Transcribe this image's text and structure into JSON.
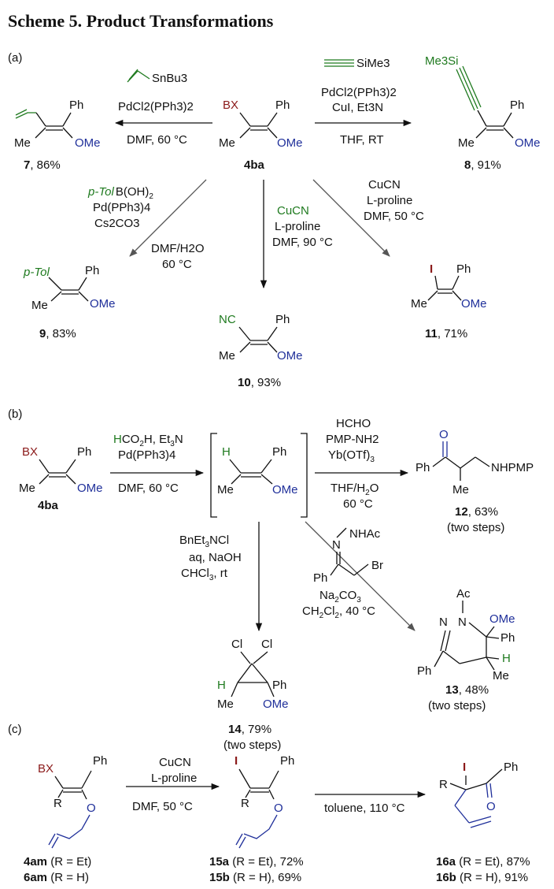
{
  "title": "Scheme 5. Product Transformations",
  "panels": {
    "a": "(a)",
    "b": "(b)",
    "c": "(c)"
  },
  "atoms": {
    "BX": "BX",
    "Ph": "Ph",
    "Me": "Me",
    "OMe": "OMe",
    "I": "I",
    "NC": "NC",
    "H": "H",
    "O": "O",
    "R": "R",
    "N": "N",
    "Cl": "Cl",
    "Ac": "Ac",
    "Br": "Br",
    "NHAc": "NHAc",
    "NHPMP": "NHPMP",
    "pTol": "p-Tol",
    "Me3Si": "Me3Si"
  },
  "conditions": {
    "a_stille_reagent": "SnBu3",
    "a_stille_cat": "PdCl2(PPh3)2",
    "a_stille_solv": "DMF, 60 °C",
    "a_sono_reagent": "SiMe3",
    "a_sono_cat1": "PdCl2(PPh3)2",
    "a_sono_cat2": "CuI, Et3N",
    "a_sono_solv": "THF, RT",
    "a_suzuki_1": "p-TolB(OH)2",
    "a_suzuki_2": "Pd(PPh3)4",
    "a_suzuki_3": "Cs2CO3",
    "a_suzuki_4": "DMF/H2O",
    "a_suzuki_5": "60 °C",
    "a_cn_1": "CuCN",
    "a_cn_2": "L-proline",
    "a_cn_3": "DMF, 90 °C",
    "a_i_1": "CuCN",
    "a_i_2": "L-proline",
    "a_i_3": "DMF, 50 °C",
    "b_red_1": "HCO2H, Et3N",
    "b_red_2": "Pd(PPh3)4",
    "b_red_3": "DMF, 60 °C",
    "b_mannich_1": "HCHO",
    "b_mannich_2": "PMP-NH2",
    "b_mannich_3": "Yb(OTf)3",
    "b_mannich_4": "THF/H2O",
    "b_mannich_5": "60 °C",
    "b_cp_1": "BnEt3NCl",
    "b_cp_2": "aq, NaOH",
    "b_cp_3": "CHCl3, rt",
    "b_da_1": "Na2CO3",
    "b_da_2": "CH2Cl2, 40 °C",
    "c_1": "CuCN",
    "c_2": "L-proline",
    "c_3": "DMF, 50 °C",
    "c_4": "toluene, 110 °C"
  },
  "compounds": {
    "c7": {
      "id": "7",
      "yield": ", 86%"
    },
    "c4ba": {
      "id": "4ba"
    },
    "c8": {
      "id": "8",
      "yield": ", 91%"
    },
    "c9": {
      "id": "9",
      "yield": ", 83%"
    },
    "c10": {
      "id": "10",
      "yield": ", 93%"
    },
    "c11": {
      "id": "11",
      "yield": ", 71%"
    },
    "c4ba_b": {
      "id": "4ba"
    },
    "c12": {
      "id": "12",
      "yield": ", 63%",
      "note": "(two steps)"
    },
    "c14": {
      "id": "14",
      "yield": ", 79%",
      "note": "(two steps)"
    },
    "c13": {
      "id": "13",
      "yield": ", 48%",
      "note": "(two steps)"
    },
    "c4am": {
      "id": "4am",
      "desc": " (R = Et)"
    },
    "c6am": {
      "id": "6am",
      "desc": " (R = H)"
    },
    "c15a": {
      "id": "15a",
      "desc": " (R = Et), 72%"
    },
    "c15b": {
      "id": "15b",
      "desc": " (R = H), 69%"
    },
    "c16a": {
      "id": "16a",
      "desc": " (R = Et), 87%"
    },
    "c16b": {
      "id": "16b",
      "desc": " (R = H), 91%"
    }
  }
}
